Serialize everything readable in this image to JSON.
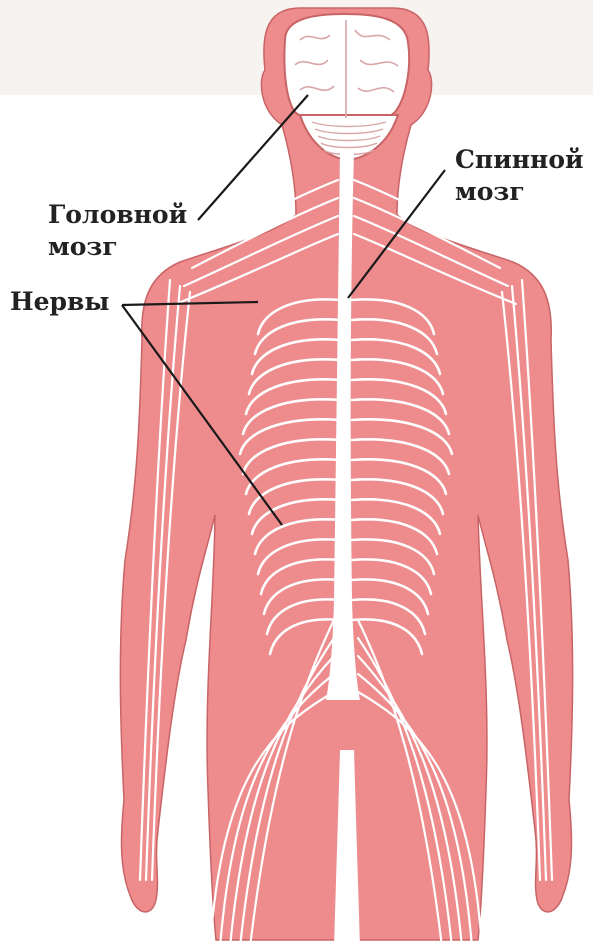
{
  "labels": {
    "brain": [
      "Головной",
      "мозг"
    ],
    "spinal_cord": [
      "Спинной",
      "мозг"
    ],
    "nerves": "Нервы"
  },
  "colors": {
    "body": "#ee8b8d",
    "body_outline": "#c86466",
    "nerve": "#ffffff",
    "brain": "#ffffff",
    "leader_line": "#1a1a1a",
    "label": "#222222"
  }
}
